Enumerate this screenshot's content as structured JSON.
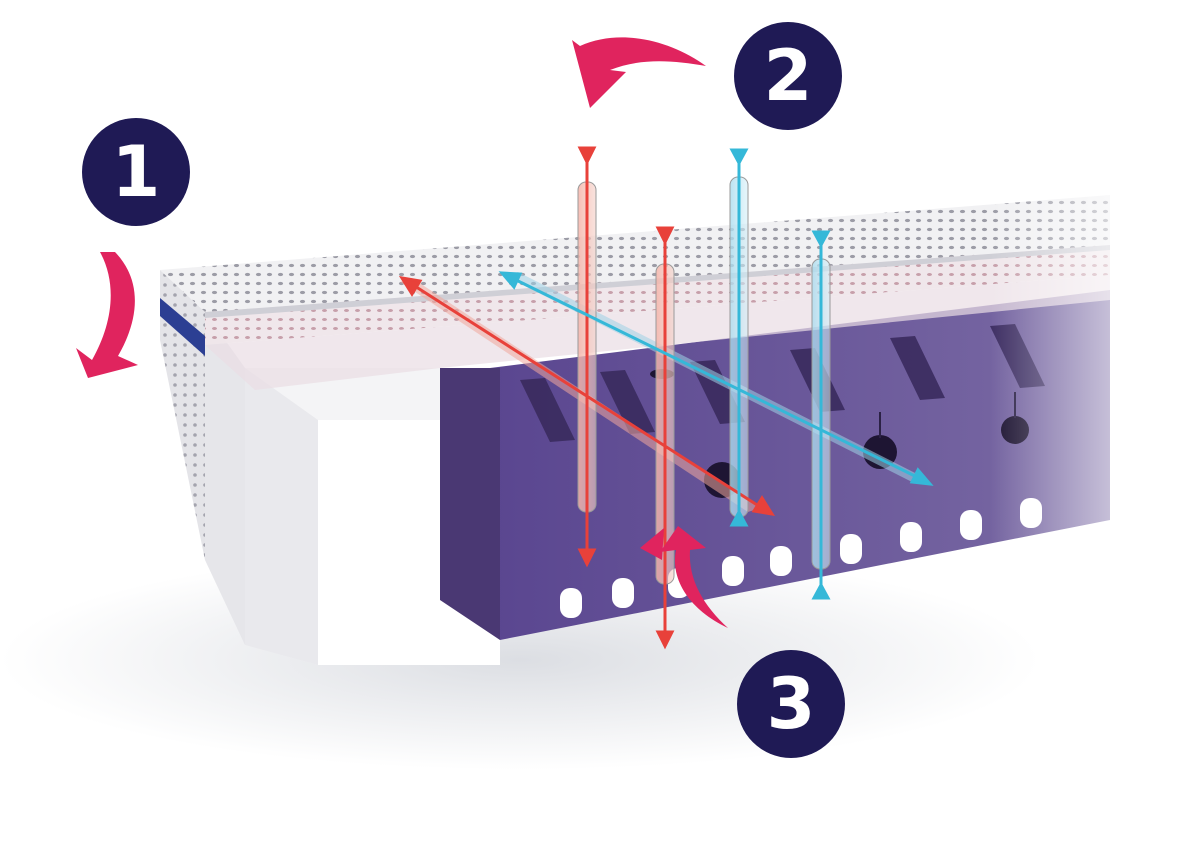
{
  "diagram": {
    "badges": [
      {
        "label": "1"
      },
      {
        "label": "2"
      },
      {
        "label": "3"
      }
    ],
    "icons": [
      "curved-arrow-icon",
      "curved-arrow-icon",
      "curved-arrow-icon"
    ],
    "colors": {
      "badge_fill": "#1f1a55",
      "accent_pink": "#e0245e",
      "warm_air": "#e8413a",
      "cool_air": "#35b8d8",
      "core_foam": "#5f4a8f",
      "core_foam_dark": "#463469",
      "top_layer": "#ececef",
      "side_foam": "#f4f4f6",
      "border_stripe": "#2c3f93"
    }
  }
}
